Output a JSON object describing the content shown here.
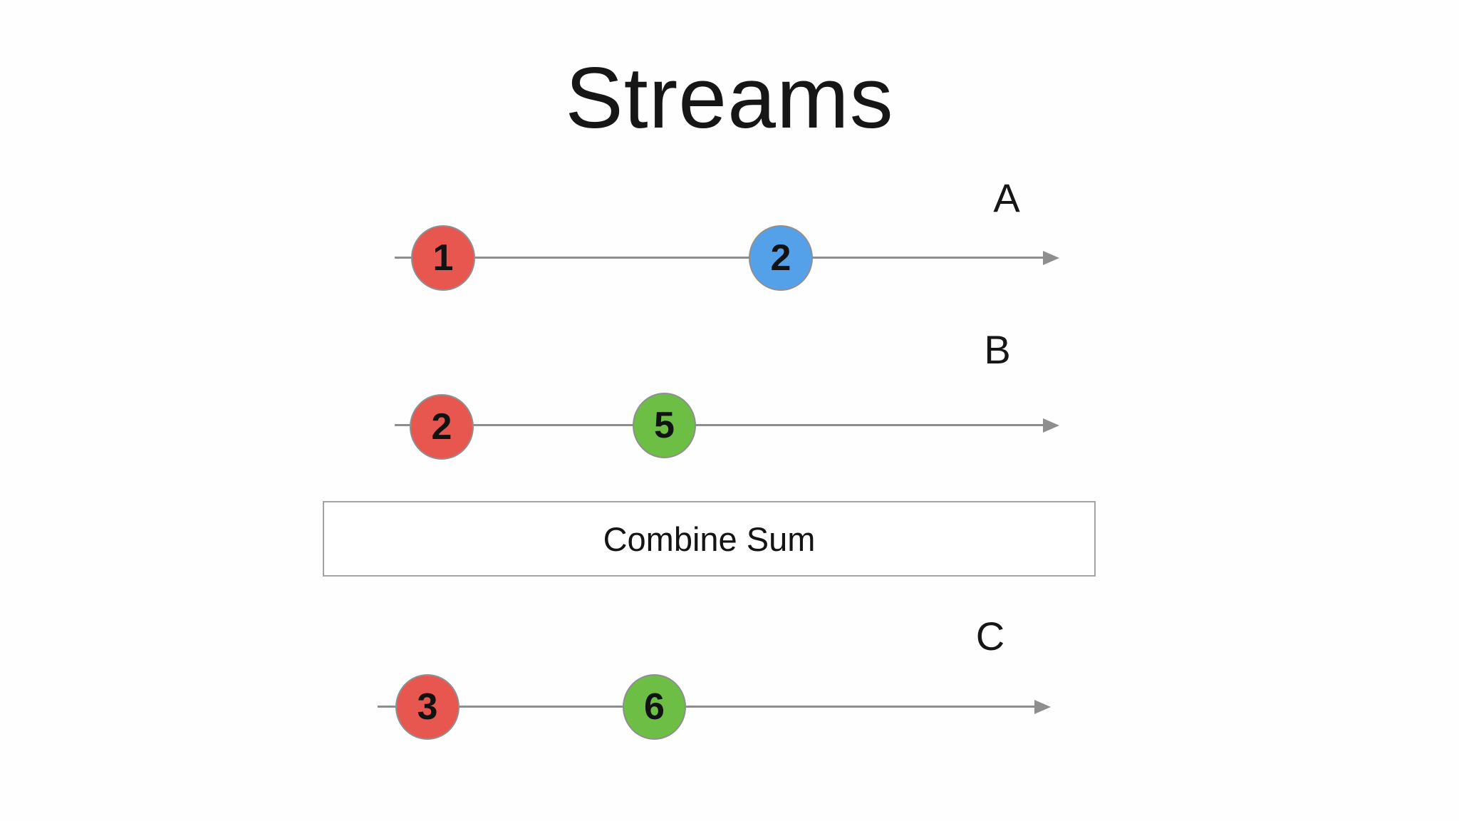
{
  "title": "Streams",
  "colors": {
    "red": "#e8574f",
    "blue": "#54a1e9",
    "green": "#6cbe45",
    "line": "#8e8e8e",
    "text": "#161616"
  },
  "operator": {
    "label": "Combine Sum"
  },
  "streams": [
    {
      "label": "A",
      "marbles": [
        {
          "value": "1",
          "color": "#e8574f"
        },
        {
          "value": "2",
          "color": "#54a1e9"
        }
      ]
    },
    {
      "label": "B",
      "marbles": [
        {
          "value": "2",
          "color": "#e8574f"
        },
        {
          "value": "5",
          "color": "#6cbe45"
        }
      ]
    },
    {
      "label": "C",
      "marbles": [
        {
          "value": "3",
          "color": "#e8574f"
        },
        {
          "value": "6",
          "color": "#6cbe45"
        }
      ]
    }
  ]
}
